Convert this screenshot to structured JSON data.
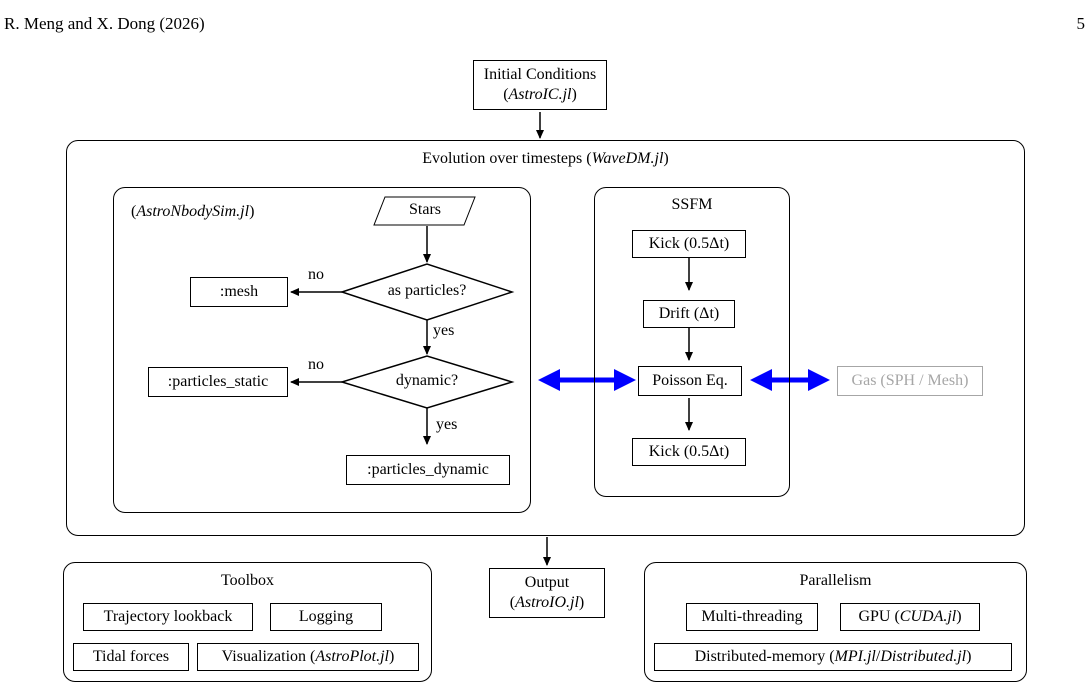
{
  "header": {
    "authors": "R. Meng and X. Dong (2026)",
    "page_number": "5"
  },
  "initial_conditions": {
    "label": "Initial Conditions",
    "package": "AstroIC.jl"
  },
  "evolution": {
    "label_pre": "Evolution over timesteps (",
    "package": "WaveDM.jl",
    "label_post": ")"
  },
  "nbody": {
    "package": "AstroNbodySim.jl"
  },
  "flow": {
    "stars": "Stars",
    "as_particles": "as particles?",
    "dynamic": "dynamic?",
    "mesh": ":mesh",
    "particles_static": ":particles_static",
    "particles_dynamic": ":particles_dynamic",
    "no_1": "no",
    "yes_1": "yes",
    "no_2": "no",
    "yes_2": "yes"
  },
  "ssfm": {
    "title": "SSFM",
    "kick_1": "Kick (0.5Δt)",
    "drift": "Drift (Δt)",
    "poisson": "Poisson Eq.",
    "kick_2": "Kick (0.5Δt)"
  },
  "gas": {
    "label": "Gas (SPH / Mesh)"
  },
  "output": {
    "label": "Output",
    "package": "AstroIO.jl"
  },
  "toolbox": {
    "title": "Toolbox",
    "trajectory": "Trajectory lookback",
    "logging": "Logging",
    "tidal": "Tidal forces",
    "vis_pre": "Visualization (",
    "vis_pkg": "AstroPlot.jl",
    "vis_post": ")"
  },
  "parallelism": {
    "title": "Parallelism",
    "multithreading": "Multi-threading",
    "gpu_pre": "GPU (",
    "gpu_pkg": "CUDA.jl",
    "gpu_post": ")",
    "dist_pre": "Distributed-memory (",
    "dist_pkg1": "MPI.jl",
    "dist_sep": " / ",
    "dist_pkg2": "Distributed.jl",
    "dist_post": ")"
  },
  "colors": {
    "arrow_blue": "#0000ff",
    "gray": "#a6a6a6"
  }
}
